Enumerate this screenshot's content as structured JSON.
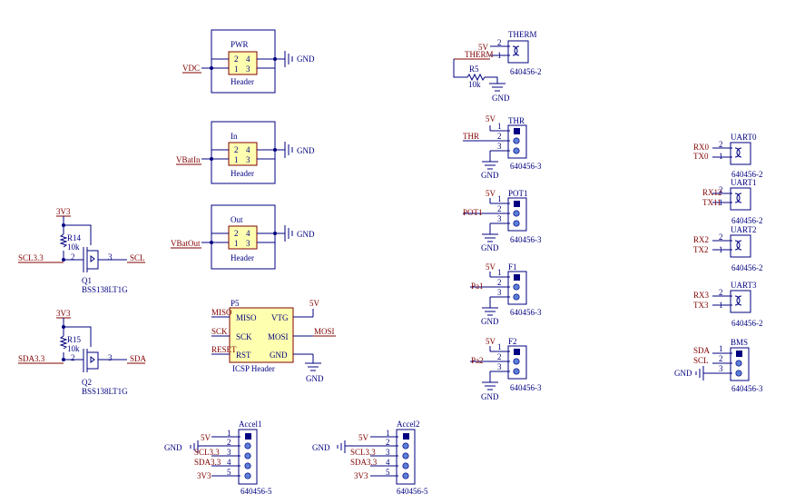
{
  "pwr": {
    "ref": "PWR",
    "pins": [
      "2",
      "4",
      "1",
      "3"
    ],
    "label": "Header",
    "net": "VDC",
    "gnd": "GND"
  },
  "inh": {
    "ref": "In",
    "pins": [
      "2",
      "4",
      "1",
      "3"
    ],
    "label": "Header",
    "net": "VBatIn",
    "gnd": "GND"
  },
  "outh": {
    "ref": "Out",
    "pins": [
      "2",
      "4",
      "1",
      "3"
    ],
    "label": "Header",
    "net": "VBatOut",
    "gnd": "GND"
  },
  "icsp": {
    "ref": "P5",
    "label": "ICSP Header",
    "miso": "MISO",
    "sck": "SCK",
    "rst": "RST",
    "vtg": "VTG",
    "mosi": "MOSI",
    "gndpin": "GND",
    "net_miso": "MISO",
    "net_sck": "SCK",
    "net_reset": "RESET",
    "net_5v": "5V",
    "net_mosi": "MOSI",
    "net_gnd": "GND"
  },
  "q1": {
    "ref": "Q1",
    "part": "BSS138LT1G",
    "rref": "R14",
    "rval": "10k",
    "net_3v3": "3V3",
    "net_in": "SCL3.3",
    "net_out": "SCL",
    "p2": "2",
    "p3": "3"
  },
  "q2": {
    "ref": "Q2",
    "part": "BSS138LT1G",
    "rref": "R15",
    "rval": "10k",
    "net_3v3": "3V3",
    "net_in": "SDA3.3",
    "net_out": "SDA",
    "p2": "2",
    "p3": "3"
  },
  "therm": {
    "ref": "THERM",
    "part": "640456-2",
    "net_5v": "5V",
    "net_sig": "THERM",
    "p2": "2",
    "p1": "1",
    "rref": "R5",
    "rval": "10k",
    "gnd": "GND"
  },
  "thr": {
    "ref": "THR",
    "part": "640456-3",
    "n1": "5V",
    "n2": "THR",
    "gnd": "GND",
    "p1": "1",
    "p2": "2",
    "p3": "3"
  },
  "pot1": {
    "ref": "POT1",
    "part": "640456-3",
    "n1": "5V",
    "n2": "POT1",
    "gnd": "GND",
    "p1": "1",
    "p2": "2",
    "p3": "3"
  },
  "f1": {
    "ref": "F1",
    "part": "640456-3",
    "n1": "5V",
    "n2": "Pa1",
    "gnd": "GND",
    "p1": "1",
    "p2": "2",
    "p3": "3"
  },
  "f2": {
    "ref": "F2",
    "part": "640456-3",
    "n1": "5V",
    "n2": "Pa2",
    "gnd": "GND",
    "p1": "1",
    "p2": "2",
    "p3": "3"
  },
  "uart0": {
    "ref": "UART0",
    "part": "640456-2",
    "a": "RX0",
    "b": "TX0",
    "p2": "2",
    "p1": "1"
  },
  "uart1": {
    "ref": "UART1",
    "part": "640456-2",
    "a": "RX12",
    "b": "TX11",
    "p2": "2",
    "p1": "1"
  },
  "uart2": {
    "ref": "UART2",
    "part": "640456-2",
    "a": "RX2",
    "b": "TX2",
    "p2": "2",
    "p1": "1"
  },
  "uart3": {
    "ref": "UART3",
    "part": "640456-2",
    "a": "RX3",
    "b": "TX3",
    "p2": "2",
    "p1": "1"
  },
  "bms": {
    "ref": "BMS",
    "part": "640456-3",
    "a": "SDA",
    "b": "SCL",
    "c": "GND",
    "p1": "1",
    "p2": "2",
    "p3": "3"
  },
  "accel1": {
    "ref": "Accel1",
    "part": "640456-5",
    "n1": "5V",
    "gnd": "GND",
    "n3": "SCL3.3",
    "n4": "SDA3.3",
    "n5": "3V3",
    "p1": "1",
    "p2": "2",
    "p3": "3",
    "p4": "4",
    "p5": "5"
  },
  "accel2": {
    "ref": "Accel2",
    "part": "640456-5",
    "n1": "5V",
    "gnd": "GND",
    "n3": "SCL3.3",
    "n4": "SDA3.3",
    "n5": "3V3",
    "p1": "1",
    "p2": "2",
    "p3": "3",
    "p4": "4",
    "p5": "5"
  }
}
